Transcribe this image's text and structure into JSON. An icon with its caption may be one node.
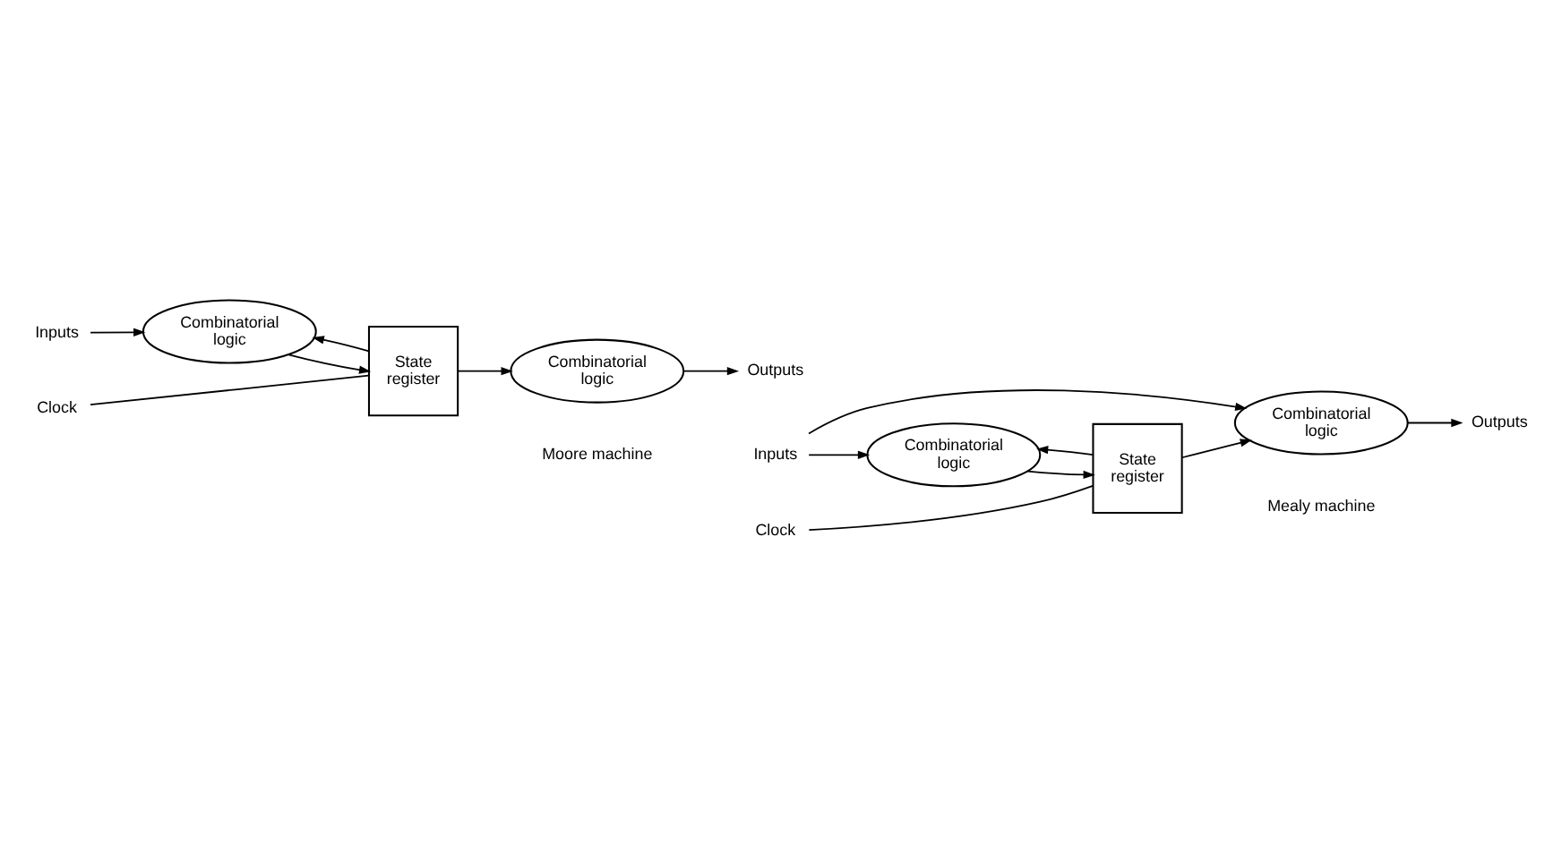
{
  "diagram": {
    "nodes": [
      {
        "text": [
          "Inputs"
        ]
      },
      {
        "text": [
          "Combinatorial logic"
        ]
      },
      {
        "text": [
          "State register"
        ]
      },
      {
        "text": [
          "Combinatorial logic"
        ]
      },
      {
        "text": [
          "Outputs"
        ]
      },
      {
        "text": [
          "Clock"
        ]
      },
      {
        "text": [
          "Inputs"
        ]
      },
      {
        "text": [
          "Combinatorial logic"
        ]
      },
      {
        "text": [
          "State register"
        ]
      },
      {
        "text": [
          "Combinatorial logic"
        ]
      },
      {
        "text": [
          "Outputs"
        ]
      },
      {
        "text": [
          "Clock"
        ]
      }
    ],
    "edges": [
      {
        "from": 0,
        "to": 1,
        "arrow": "to"
      },
      {
        "from": 1,
        "to": 2,
        "arrow": "to"
      },
      {
        "from": 2,
        "to": 3,
        "arrow": "to"
      },
      {
        "from": 2,
        "to": 1,
        "arrow": "to"
      },
      {
        "from": 5,
        "to": 2,
        "arrow": "none"
      },
      {
        "from": 3,
        "to": 4,
        "arrow": "to"
      },
      {
        "from": 6,
        "to": 7,
        "arrow": "to"
      },
      {
        "from": 6,
        "to": 9,
        "arrow": "to"
      },
      {
        "from": 7,
        "to": 8,
        "arrow": "to"
      },
      {
        "from": 8,
        "to": 9,
        "arrow": "to"
      },
      {
        "from": 8,
        "to": 7,
        "arrow": "to"
      },
      {
        "from": 11,
        "to": 8,
        "arrow": "none"
      },
      {
        "from": 9,
        "to": 10,
        "arrow": "to"
      }
    ],
    "labels": [
      "Moore machine",
      "Mealy machine"
    ]
  }
}
